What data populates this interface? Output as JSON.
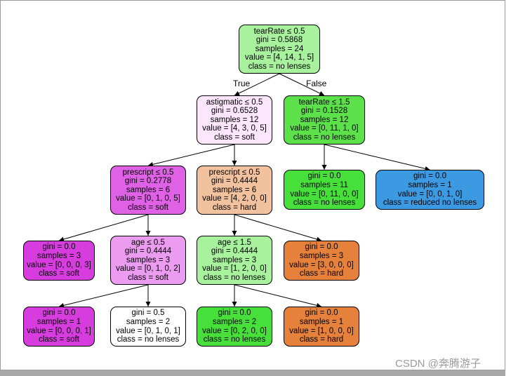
{
  "tree": {
    "nodes": [
      {
        "id": "n0",
        "lines": [
          "tearRate ≤ 0.5",
          "gini = 0.5868",
          "samples = 24",
          "value = [4, 14, 1, 5]",
          "class = no lenses"
        ],
        "fill": "#a8f29e"
      },
      {
        "id": "n1",
        "lines": [
          "astigmatic ≤ 0.5",
          "gini = 0.6528",
          "samples = 12",
          "value = [4, 3, 0, 5]",
          "class = soft"
        ],
        "fill": "#fbe6fb"
      },
      {
        "id": "n2",
        "lines": [
          "tearRate ≤ 1.5",
          "gini = 0.1528",
          "samples = 12",
          "value = [0, 11, 1, 0]",
          "class = no lenses"
        ],
        "fill": "#5ce14a"
      },
      {
        "id": "n3",
        "lines": [
          "prescript ≤ 0.5",
          "gini = 0.2778",
          "samples = 6",
          "value = [0, 1, 0, 5]",
          "class = soft"
        ],
        "fill": "#df61e6"
      },
      {
        "id": "n4",
        "lines": [
          "prescript ≤ 0.5",
          "gini = 0.4444",
          "samples = 6",
          "value = [4, 2, 0, 0]",
          "class = hard"
        ],
        "fill": "#f2c29f"
      },
      {
        "id": "n5",
        "lines": [
          "gini = 0.0",
          "samples = 11",
          "value = [0, 11, 0, 0]",
          "class = no lenses"
        ],
        "fill": "#47e03a"
      },
      {
        "id": "n6",
        "lines": [
          "gini = 0.0",
          "samples = 1",
          "value = [0, 0, 1, 0]",
          "class = reduced no lenses"
        ],
        "fill": "#3c9ae2"
      },
      {
        "id": "n7",
        "lines": [
          "gini = 0.0",
          "samples = 3",
          "value = [0, 0, 0, 3]",
          "class = soft"
        ],
        "fill": "#d73cde"
      },
      {
        "id": "n8",
        "lines": [
          "age ≤ 0.5",
          "gini = 0.4444",
          "samples = 3",
          "value = [0, 1, 0, 2]",
          "class = soft"
        ],
        "fill": "#eb9cf0"
      },
      {
        "id": "n9",
        "lines": [
          "age ≤ 1.5",
          "gini = 0.4444",
          "samples = 3",
          "value = [1, 2, 0, 0]",
          "class = no lenses"
        ],
        "fill": "#a8f29e"
      },
      {
        "id": "n10",
        "lines": [
          "gini = 0.0",
          "samples = 3",
          "value = [3, 0, 0, 0]",
          "class = hard"
        ],
        "fill": "#e5813a"
      },
      {
        "id": "n11",
        "lines": [
          "gini = 0.0",
          "samples = 1",
          "value = [0, 0, 0, 1]",
          "class = soft"
        ],
        "fill": "#d73cde"
      },
      {
        "id": "n12",
        "lines": [
          "gini = 0.5",
          "samples = 2",
          "value = [0, 1, 0, 1]",
          "class = no lenses"
        ],
        "fill": "#ffffff"
      },
      {
        "id": "n13",
        "lines": [
          "gini = 0.0",
          "samples = 2",
          "value = [0, 2, 0, 0]",
          "class = no lenses"
        ],
        "fill": "#47e03a"
      },
      {
        "id": "n14",
        "lines": [
          "gini = 0.0",
          "samples = 1",
          "value = [1, 0, 0, 0]",
          "class = hard"
        ],
        "fill": "#e5813a"
      }
    ],
    "edges": [
      {
        "from": "n0",
        "to": "n1",
        "label": "True"
      },
      {
        "from": "n0",
        "to": "n2",
        "label": "False"
      },
      {
        "from": "n1",
        "to": "n3"
      },
      {
        "from": "n1",
        "to": "n4"
      },
      {
        "from": "n2",
        "to": "n5"
      },
      {
        "from": "n2",
        "to": "n6"
      },
      {
        "from": "n3",
        "to": "n7"
      },
      {
        "from": "n3",
        "to": "n8"
      },
      {
        "from": "n4",
        "to": "n9"
      },
      {
        "from": "n4",
        "to": "n10"
      },
      {
        "from": "n8",
        "to": "n11"
      },
      {
        "from": "n8",
        "to": "n12"
      },
      {
        "from": "n9",
        "to": "n13"
      },
      {
        "from": "n9",
        "to": "n14"
      }
    ]
  },
  "watermark": "CSDN @奔腾游子"
}
